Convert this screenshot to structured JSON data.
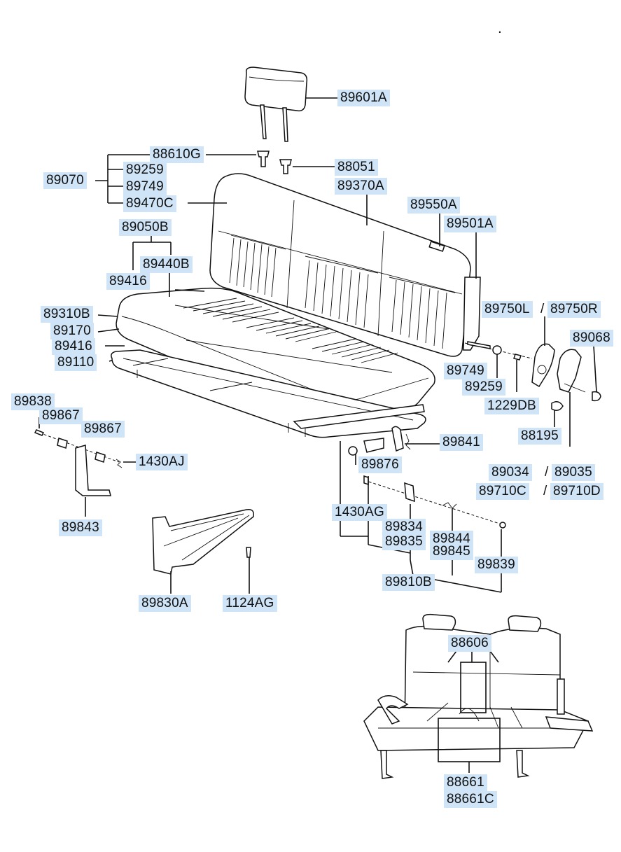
{
  "labels": {
    "headrest": "89601A",
    "guide_88610G": "88610G",
    "group_89070": "89070",
    "cover_89259_a": "89259",
    "bolt_89749_a": "89749",
    "pad_89470C": "89470C",
    "guide_88051": "88051",
    "back_89370A": "89370A",
    "hinge_89550A": "89550A",
    "frame_89501A": "89501A",
    "cushion_89050B": "89050B",
    "pad_89440B": "89440B",
    "wire_89416_a": "89416",
    "cover_89310B": "89310B",
    "pad_89170": "89170",
    "wire_89416_b": "89416",
    "frame_89110": "89110",
    "hinge_89750L": "89750L",
    "hinge_89750R": "89750R",
    "sep_hinge": "/",
    "cover_89068": "89068",
    "bolt_89749_b": "89749",
    "cover_89259_b": "89259",
    "bolt_1229DB": "1229DB",
    "cap_88195": "88195",
    "lever_89034": "89034",
    "lever_89035": "89035",
    "sep_lever": "/",
    "cover_89710C": "89710C",
    "cover_89710D": "89710D",
    "sep_cover": "/",
    "pin_89838": "89838",
    "bush_89867_a": "89867",
    "bush_89867_b": "89867",
    "nut_1430AJ": "1430AJ",
    "link_89843": "89843",
    "spring_89841": "89841",
    "stopper_89876": "89876",
    "nut_1430AG": "1430AG",
    "bracket_89834": "89834",
    "bracket_89835": "89835",
    "spring_89844": "89844",
    "spring_89845": "89845",
    "bolt_89839": "89839",
    "assy_89810B": "89810B",
    "leg_89830A": "89830A",
    "bolt_1124AG": "1124AG",
    "belt_88606": "88606",
    "buckle_88661": "88661",
    "buckle_88661C": "88661C"
  }
}
